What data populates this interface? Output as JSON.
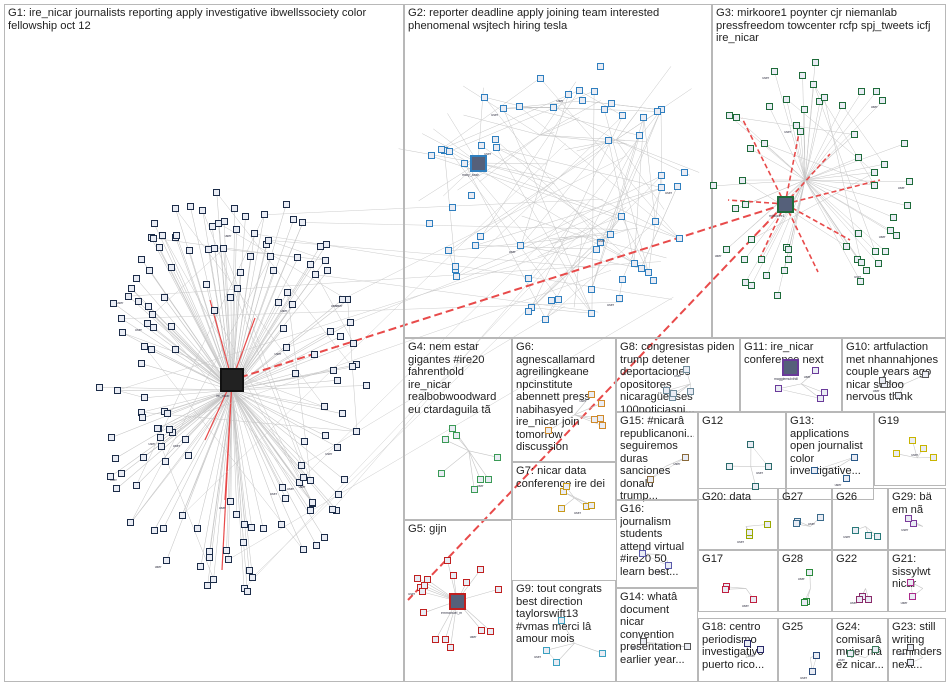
{
  "graph": {
    "groups": [
      {
        "id": "G1",
        "label": "G1: ire_nicar journalists reporting apply investigative ibwellssociety color\nfellowship oct 12",
        "color": "#1c2c48"
      },
      {
        "id": "G2",
        "label": "G2: reporter deadline apply joining team interested\nphenomenal wsjtech hiring tesla",
        "color": "#2f7fbf"
      },
      {
        "id": "G3",
        "label": "G3: mirkoore1 poynter cjr niemanlab\npressfreedom towcenter rcfp spj_tweets icfj\nire_nicar",
        "color": "#1e6b3a"
      },
      {
        "id": "G4",
        "label": "G4: nem estar\ngigantes #ire20\nfahrenthold\nire_nicar\nrealbobwoodward\neu ctardaguila tã",
        "color": "#3a9a55"
      },
      {
        "id": "G6",
        "label": "G6:\nagnescallamard\nagreilingkeane\nnpcinstitute\nabennett press\nnabihasyed\nire_nicar join\ntomorrow\ndiscussion",
        "color": "#d08a2a"
      },
      {
        "id": "G8",
        "label": "G8: congresistas piden\ntrump detener\ndeportaciones\nopositores\nnicaragüenses\n100noticiasni...",
        "color": "#6d8a9a"
      },
      {
        "id": "G11",
        "label": "G11: ire_nicar\nconference next",
        "color": "#6a3a9a"
      },
      {
        "id": "G10",
        "label": "G10: artfulaction\nmet nhannahjones\ncouple years ago\nnicar sodoo\nnervous think",
        "color": "#555555"
      },
      {
        "id": "G15",
        "label": "G15: #nicarâ\nrepublicanoni...\nseguiremos\nduras\nsanciones\ndonald trump...",
        "color": "#8a6a3a"
      },
      {
        "id": "G12",
        "label": "G12",
        "color": "#2a6a6a"
      },
      {
        "id": "G13",
        "label": "G13:\napplications\nopen journalist\ncolor\ninvestigative...",
        "color": "#2a5a8a"
      },
      {
        "id": "G19",
        "label": "G19",
        "color": "#c8b400"
      },
      {
        "id": "G7",
        "label": "G7: nicar data\nconference ire dei",
        "color": "#c89a1a"
      },
      {
        "id": "G16",
        "label": "G16:\njournalism\nstudents\nattend virtual\n#ire20 50\nlearn best...",
        "color": "#5a5aaa"
      },
      {
        "id": "G20",
        "label": "G20: data",
        "color": "#9aa800"
      },
      {
        "id": "G27",
        "label": "G27",
        "color": "#3a6a8a"
      },
      {
        "id": "G26",
        "label": "G26",
        "color": "#2a7a7a"
      },
      {
        "id": "G29",
        "label": "G29: bä\nem nã",
        "color": "#7a3a9a"
      },
      {
        "id": "G5",
        "label": "G5: gijn",
        "color": "#c02020"
      },
      {
        "id": "G9",
        "label": "G9: tout congrats\nbest direction\ntaylorswift13\n#vmas merci lâ\namour mois",
        "color": "#3aa0c0"
      },
      {
        "id": "G14",
        "label": "G14: whatâ\ndocument\nnicar\nconvention\npresentation\nearlier year...",
        "color": "#555555"
      },
      {
        "id": "G17",
        "label": "G17",
        "color": "#c02040"
      },
      {
        "id": "G28",
        "label": "G28",
        "color": "#2a8a3a"
      },
      {
        "id": "G22",
        "label": "G22",
        "color": "#8a2a6a"
      },
      {
        "id": "G21",
        "label": "G21:\nsissylwt\nnicar",
        "color": "#aa2a8a"
      },
      {
        "id": "G18",
        "label": "G18: centro\nperiodismo\ninvestigativo\npuerto rico...",
        "color": "#2a2a6a"
      },
      {
        "id": "G25",
        "label": "G25",
        "color": "#2a4a7a"
      },
      {
        "id": "G24",
        "label": "G24:\ncomisarâ\nmujer niâ\nez nicar...",
        "color": "#3a7a5a"
      },
      {
        "id": "G23",
        "label": "G23: still\nwriting\nreminders\nnext..."
      }
    ],
    "hub_labels": {
      "G1": "ire_nicar",
      "G2": "mary_bash",
      "G3": "mirkoore1",
      "G11": "maggiemulvihill",
      "G5": "emmanuel_m"
    },
    "edge_colors": {
      "normal": "#c6c6c6",
      "highlight": "#e84a4a"
    }
  }
}
